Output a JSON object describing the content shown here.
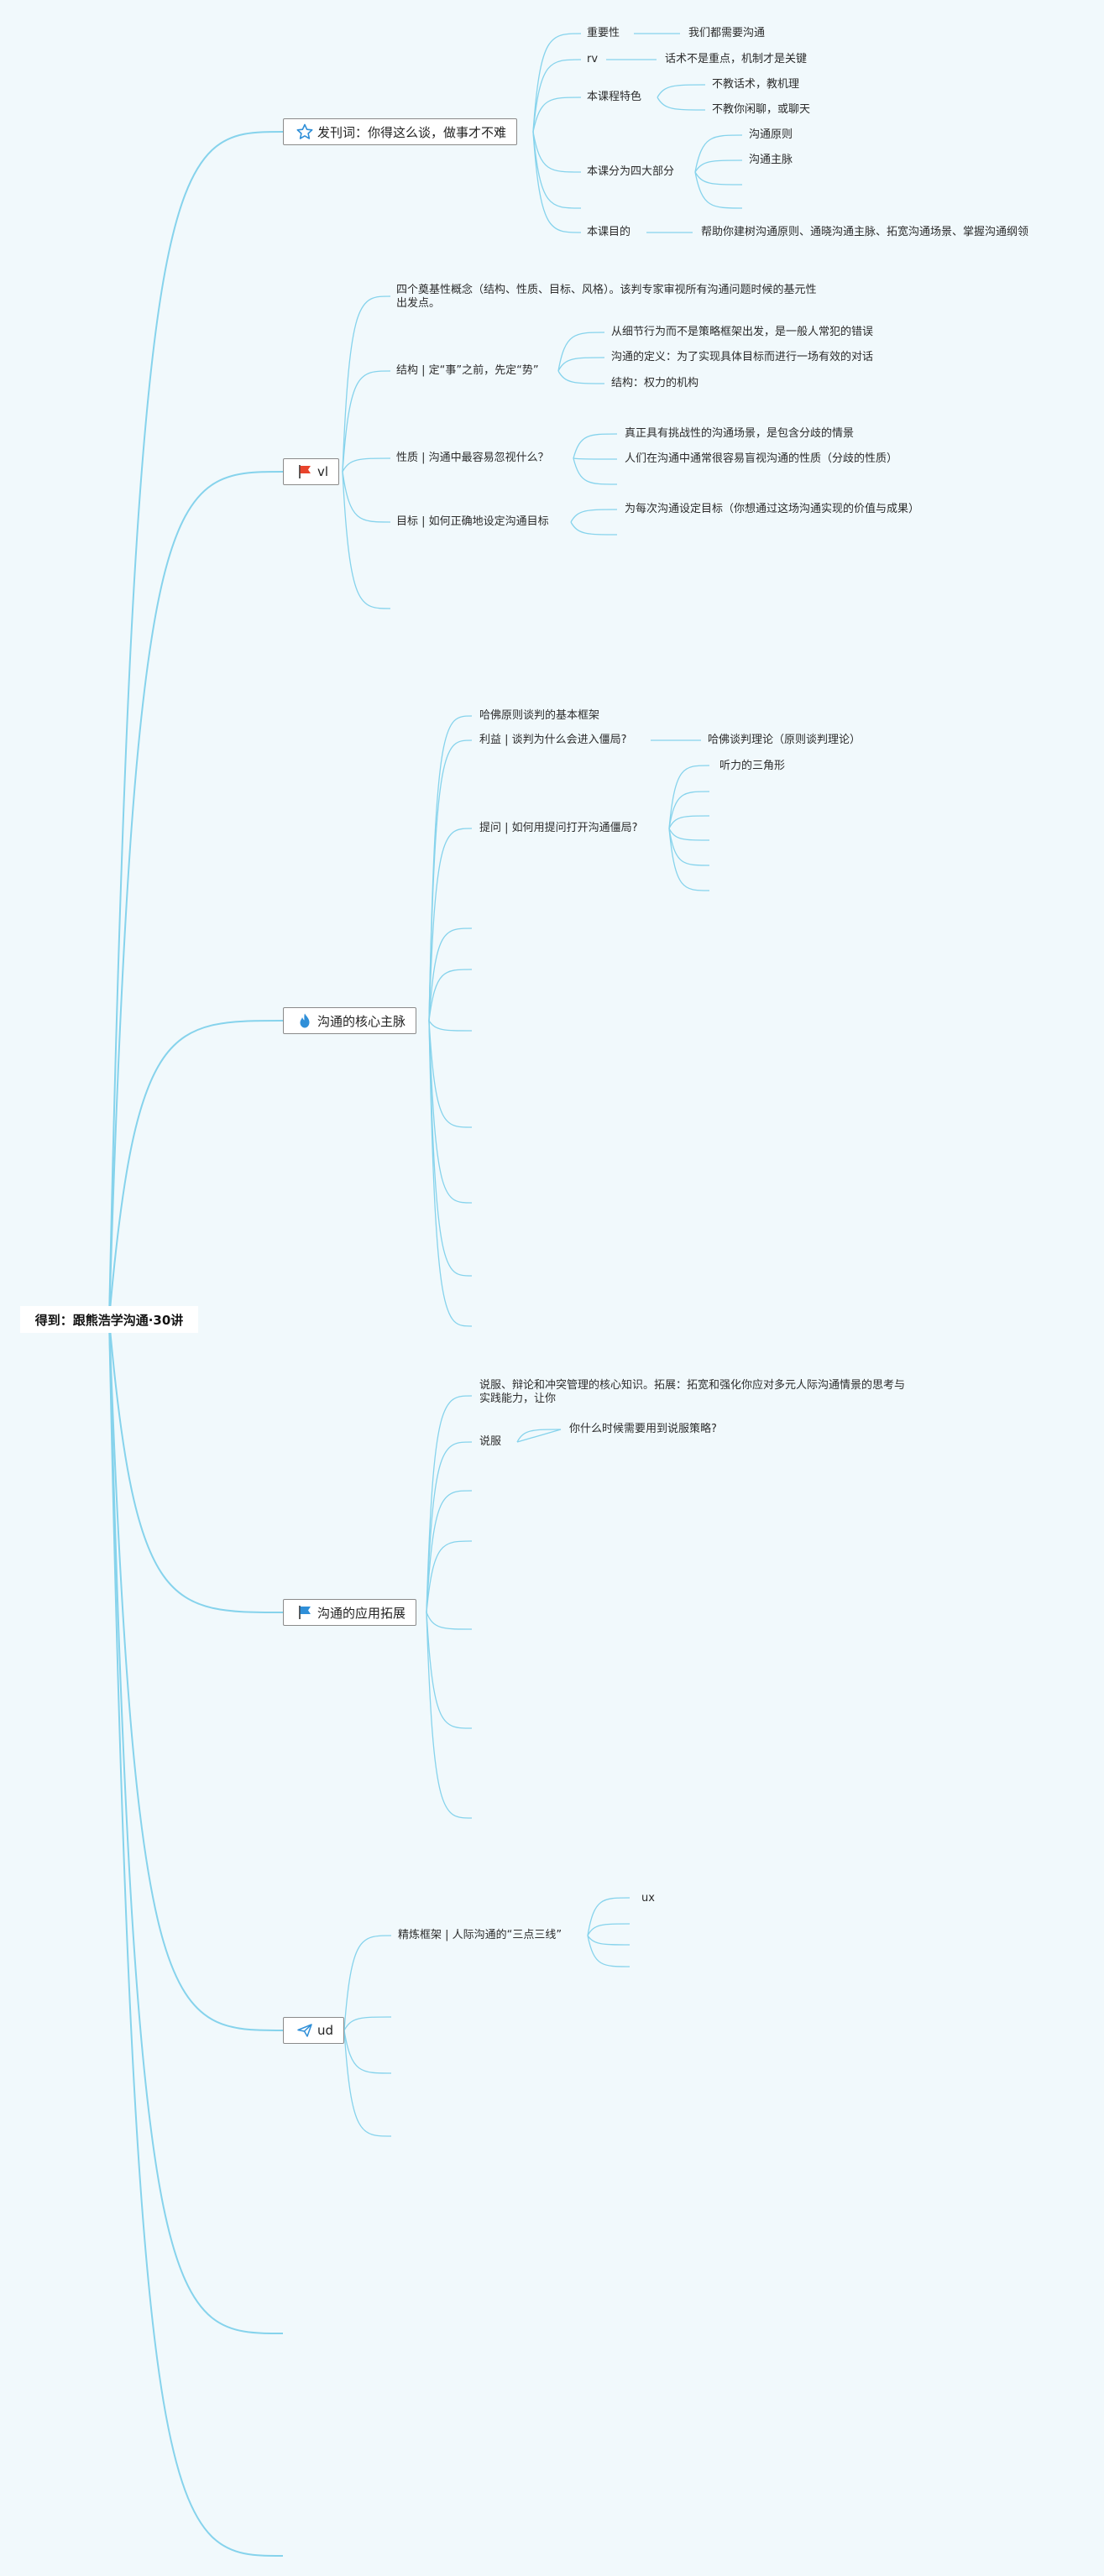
{
  "root": {
    "title": "得到：跟熊浩学沟通·30讲"
  },
  "branches": [
    {
      "id": "b1",
      "label": "发刊词：你得这么谈，做事才不难",
      "icon": "star-outline-icon",
      "color": "#2f8fd8"
    },
    {
      "id": "b2",
      "label": "vl",
      "icon": "red-flag-icon",
      "color": "#e8442c"
    },
    {
      "id": "b3",
      "label": "沟通的核心主脉",
      "icon": "flame-icon",
      "color": "#2f8fd8"
    },
    {
      "id": "b4",
      "label": "沟通的应用拓展",
      "icon": "blue-flag-icon",
      "color": "#2f8fd8"
    },
    {
      "id": "b5",
      "label": "ud",
      "icon": "paper-plane-icon",
      "color": "#2f8fd8"
    }
  ],
  "topics": {
    "importance": "重要性",
    "importance_note": "我们都需要沟通",
    "rv": "rv",
    "rv_note": "话术不是重点，机制才是关键",
    "features": "本课程特色",
    "feature_1": "不教话术，教机理",
    "feature_2": "不教你闲聊，或聊天",
    "parts": "本课分为四大部分",
    "part_1": "沟通原则",
    "part_2": "沟通主脉",
    "goal": "本课目的",
    "goal_note": "帮助你建树沟通原则、通晓沟通主脉、拓宽沟通场景、掌握沟通纲领",
    "concepts": "四个奠基性概念（结构、性质、目标、风格）。该判专家审视所有沟通问题时候的基元性出发点。",
    "structure": "结构 | 定“事”之前，先定“势”",
    "structure_1": "从细节行为而不是策略框架出发，是一般人常犯的错误",
    "structure_2": "沟通的定义：为了实现具体目标而进行一场有效的对话",
    "structure_3": "结构：权力的机构",
    "nature": "性质 | 沟通中最容易忽视什么？",
    "nature_1": "真正具有挑战性的沟通场景，是包含分歧的情景",
    "nature_2": "人们在沟通中通常很容易盲视沟通的性质（分歧的性质）",
    "target": "目标 | 如何正确地设定沟通目标",
    "target_1": "为每次沟通设定目标（你想通过这场沟通实现的价值与成果）",
    "harvard": "哈佛原则谈判的基本框架",
    "interest": "利益 | 谈判为什么会进入僵局?",
    "interest_1": "哈佛谈判理论（原则谈判理论）",
    "question": "提问 | 如何用提问打开沟通僵局?",
    "question_1": "听力的三角形",
    "persuade_intro": "说服、辩论和冲突管理的核心知识。拓展：拓宽和强化你应对多元人际沟通情景的思考与实践能力，让你",
    "persuade": "说服",
    "persuade_1": "你什么时候需要用到说服策略?",
    "framework": "精炼框架 | 人际沟通的“三点三线”",
    "ux": "ux"
  }
}
